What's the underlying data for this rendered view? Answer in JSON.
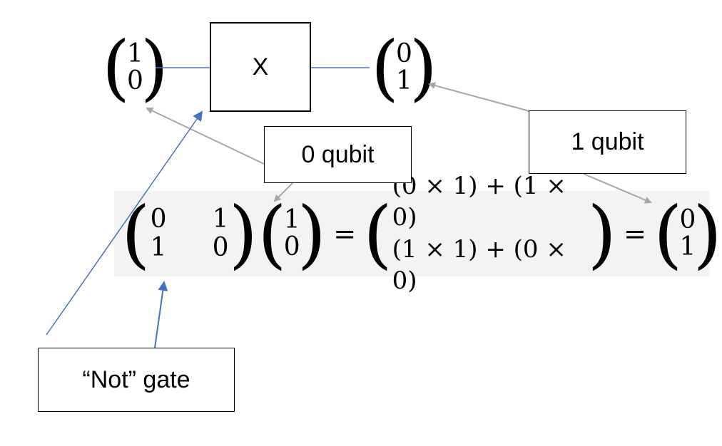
{
  "gate": {
    "label": "X"
  },
  "input_vector": {
    "top": "1",
    "bottom": "0"
  },
  "output_vector": {
    "top": "0",
    "bottom": "1"
  },
  "labels": {
    "zero_qubit": "0 qubit",
    "one_qubit": "1 qubit",
    "not_gate": "“Not” gate"
  },
  "equation": {
    "matrix": {
      "r1c1": "0",
      "r1c2": "1",
      "r2c1": "1",
      "r2c2": "0"
    },
    "vector": {
      "top": "1",
      "bottom": "0"
    },
    "equals": "=",
    "expansion": {
      "row1": "(0 × 1) + (1 × 0)",
      "row2": "(1 × 1) + (0 × 0)"
    },
    "result": {
      "top": "0",
      "bottom": "1"
    }
  },
  "colors": {
    "wire": "#4472c4",
    "blue_arrow": "#4472c4",
    "gray_arrow": "#a6a6a6",
    "panel": "#f3f3f3"
  }
}
